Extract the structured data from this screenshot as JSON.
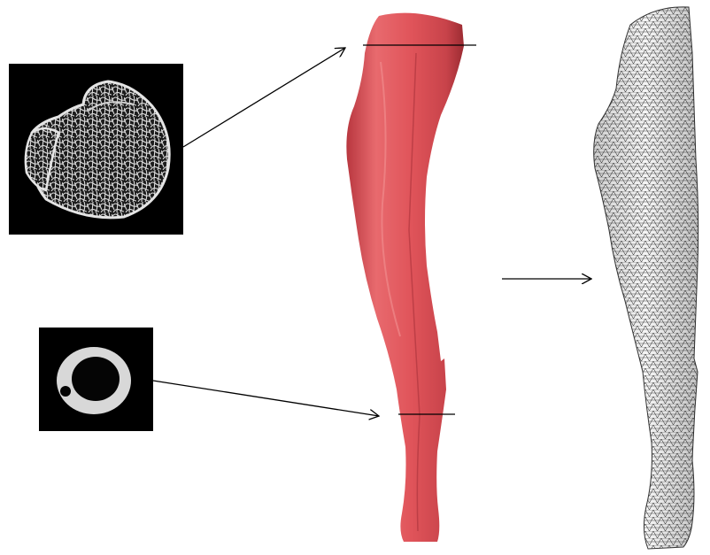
{
  "figure": {
    "panels": [
      {
        "id": "ct-slice-proximal",
        "kind": "ct-cross-section",
        "region": "proximal"
      },
      {
        "id": "ct-slice-diaphysis",
        "kind": "ct-cross-section",
        "region": "mid-shaft"
      },
      {
        "id": "bone-surface-model",
        "kind": "3d-surface-render"
      },
      {
        "id": "bone-tetra-mesh",
        "kind": "3d-finite-element-mesh"
      }
    ],
    "connections": [
      {
        "from": "ct-slice-proximal",
        "to": "bone-surface-model",
        "style": "arrow"
      },
      {
        "from": "ct-slice-diaphysis",
        "to": "bone-surface-model",
        "style": "arrow"
      },
      {
        "from": "bone-surface-model",
        "to": "bone-tetra-mesh",
        "style": "arrow"
      }
    ],
    "colors": {
      "background": "#ffffff",
      "bone_surface": "#e0545a",
      "bone_surface_shade": "#b8373f",
      "ct_background": "#000000",
      "ct_bone": "#e8e8e8",
      "mesh_line": "#2a2a2a",
      "mesh_fill": "#f4f4f4",
      "arrow": "#000000"
    }
  }
}
